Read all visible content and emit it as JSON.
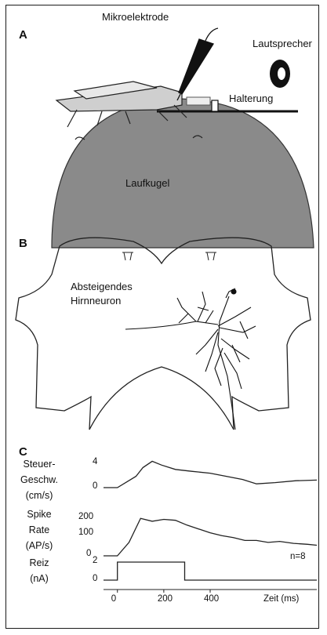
{
  "panels": {
    "a": {
      "letter": "A",
      "labels": {
        "electrode": "Mikroelektrode",
        "speaker": "Lautsprecher",
        "holder": "Halterung",
        "ball": "Laufkugel"
      }
    },
    "b": {
      "letter": "B",
      "labels": {
        "neuron_line1": "Absteigendes",
        "neuron_line2": "Hirnneuron"
      }
    },
    "c": {
      "letter": "C",
      "n_label": "n=8",
      "chart_data": [
        {
          "type": "line",
          "ylabel": [
            "Steuer-",
            "Geschw.",
            "(cm/s)"
          ],
          "yticks": [
            "4",
            "0"
          ],
          "ylim": [
            0,
            4
          ],
          "series": [
            {
              "x": [
                -60,
                0,
                80,
                110,
                150,
                190,
                250,
                320,
                400,
                470,
                540,
                600,
                680,
                770,
                860
              ],
              "values": [
                0,
                0,
                1.8,
                3.2,
                4.2,
                3.6,
                2.9,
                2.6,
                2.3,
                1.8,
                1.3,
                0.6,
                0.8,
                1.1,
                1.2
              ]
            }
          ]
        },
        {
          "type": "line",
          "ylabel": [
            "Spike",
            "Rate",
            "(AP/s)"
          ],
          "yticks": [
            "200",
            "100",
            "0"
          ],
          "ylim": [
            0,
            200
          ],
          "series": [
            {
              "x": [
                -60,
                0,
                50,
                100,
                150,
                200,
                250,
                300,
                350,
                400,
                450,
                500,
                550,
                600,
                650,
                700,
                760,
                820,
                860
              ],
              "values": [
                0,
                0,
                70,
                195,
                180,
                190,
                185,
                160,
                140,
                120,
                105,
                95,
                80,
                80,
                70,
                75,
                65,
                60,
                55
              ]
            }
          ]
        },
        {
          "type": "line",
          "ylabel": [
            "Reiz",
            "(nA)"
          ],
          "yticks": [
            "2",
            "0"
          ],
          "ylim": [
            0,
            2
          ],
          "xticks": [
            "0",
            "200",
            "400"
          ],
          "xlabel": "Zeit (ms)",
          "series": [
            {
              "x": [
                -60,
                0,
                0,
                290,
                290,
                860
              ],
              "values": [
                0,
                0,
                2,
                2,
                0,
                0
              ]
            }
          ]
        }
      ]
    }
  }
}
